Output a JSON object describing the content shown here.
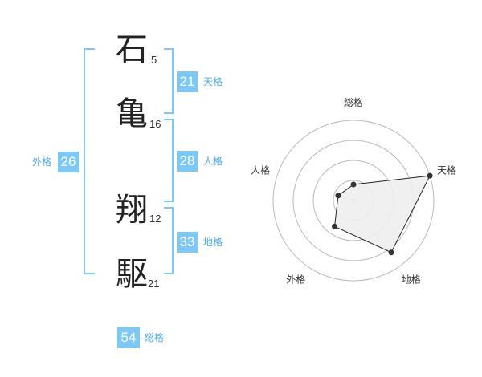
{
  "characters": [
    {
      "char": "石",
      "strokes": "5"
    },
    {
      "char": "亀",
      "strokes": "16"
    },
    {
      "char": "翔",
      "strokes": "12"
    },
    {
      "char": "駆",
      "strokes": "21"
    }
  ],
  "fortunes": {
    "tenkaku": {
      "value": "21",
      "label": "天格"
    },
    "jinkaku": {
      "value": "28",
      "label": "人格"
    },
    "chikaku": {
      "value": "33",
      "label": "地格"
    },
    "gaikaku": {
      "value": "26",
      "label": "外格"
    },
    "soukaku": {
      "value": "54",
      "label": "総格"
    }
  },
  "colors": {
    "accent": "#7ec8f5",
    "accent_text": "#4aa9e6",
    "radar_fill": "#eeeeee",
    "grid": "#bbbbbb"
  },
  "chart_data": {
    "type": "radar",
    "axes": [
      "総格",
      "天格",
      "地格",
      "外格",
      "人格"
    ],
    "values": [
      1,
      5,
      4,
      2,
      1
    ],
    "range": [
      0,
      5
    ],
    "rings": 4
  }
}
